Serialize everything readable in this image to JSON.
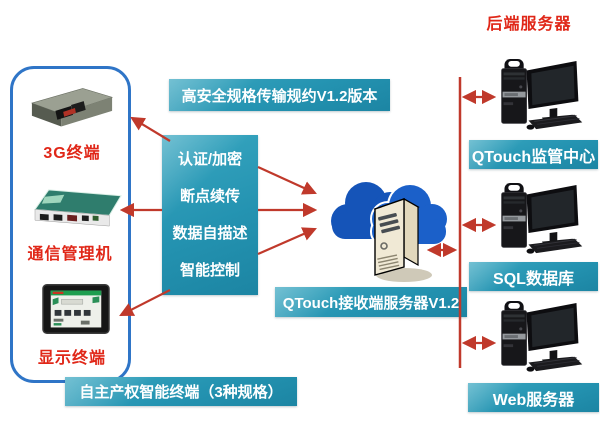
{
  "colors": {
    "teal_box": "#2493b1",
    "red_text": "#e02718",
    "arrow_red": "#c0392b",
    "panel_border_blue": "#2f75c7",
    "cloud_blue": "#1a5cc2",
    "server_beige": "#f0e9d5"
  },
  "terminal_group": {
    "devices": [
      {
        "icon": "3g-terminal-icon",
        "label": "3G终端"
      },
      {
        "icon": "comm-manager-icon",
        "label": "通信管理机"
      },
      {
        "icon": "display-terminal-icon",
        "label": "显示终端"
      }
    ],
    "caption": "自主产权智能终端（3种规格）"
  },
  "protocol": {
    "banner": "高安全规格传输规约V1.2版本",
    "features": [
      "认证/加密",
      "断点续传",
      "数据自描述",
      "智能控制"
    ]
  },
  "cloud_server": {
    "icons": [
      "cloud-icon",
      "server-tower-icon"
    ],
    "label": "QTouch接收端服务器V1.2"
  },
  "backend": {
    "title": "后端服务器",
    "nodes": [
      {
        "icon": "server-computer-icon",
        "label": "QTouch监管中心"
      },
      {
        "icon": "server-computer-icon",
        "label": "SQL数据库"
      },
      {
        "icon": "server-computer-icon",
        "label": "Web服务器"
      }
    ]
  }
}
